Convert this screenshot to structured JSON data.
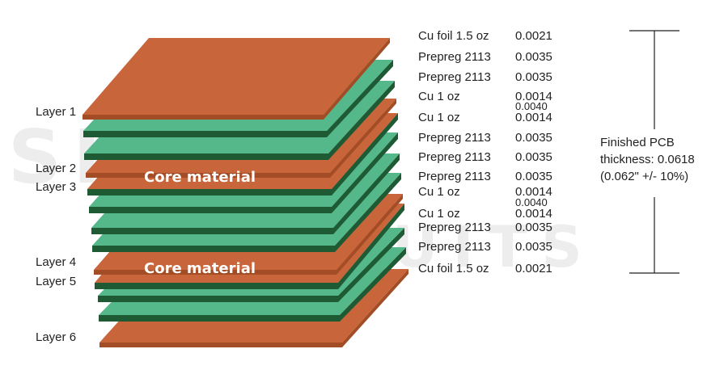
{
  "diagram": {
    "watermark": [
      "SIERRA",
      "CIRCUITS"
    ],
    "layer_labels": [
      "Layer 1",
      "Layer 2",
      "Layer 3",
      "Layer 4",
      "Layer 5",
      "Layer 6"
    ],
    "core_labels": [
      "Core material",
      "Core material"
    ],
    "stack": [
      {
        "name": "Cu foil 1.5 oz",
        "thickness": "0.0021"
      },
      {
        "name": "Prepreg 2113",
        "thickness": "0.0035"
      },
      {
        "name": "Prepreg 2113",
        "thickness": "0.0035"
      },
      {
        "name": "Cu 1 oz",
        "thickness": "0.0014"
      },
      {
        "name": "",
        "thickness": "0.0040"
      },
      {
        "name": "Cu 1 oz",
        "thickness": "0.0014"
      },
      {
        "name": "Prepreg 2113",
        "thickness": "0.0035"
      },
      {
        "name": "Prepreg 2113",
        "thickness": "0.0035"
      },
      {
        "name": "Prepreg 2113",
        "thickness": "0.0035"
      },
      {
        "name": "Cu 1 oz",
        "thickness": "0.0014"
      },
      {
        "name": "",
        "thickness": "0.0040"
      },
      {
        "name": "Cu 1 oz",
        "thickness": "0.0014"
      },
      {
        "name": "Prepreg 2113",
        "thickness": "0.0035"
      },
      {
        "name": "Prepreg 2113",
        "thickness": "0.0035"
      },
      {
        "name": "Cu foil 1.5 oz",
        "thickness": "0.0021"
      }
    ],
    "total": {
      "line1": "Finished PCB",
      "line2": "thickness: 0.0618",
      "line3": "(0.062\" +/- 10%)"
    },
    "colors": {
      "copper": "#c8653a",
      "copper_side": "#a24d26",
      "prepreg": "#55b88a",
      "prepreg_side": "#1e5a34",
      "core_side": "#b85a30"
    }
  }
}
